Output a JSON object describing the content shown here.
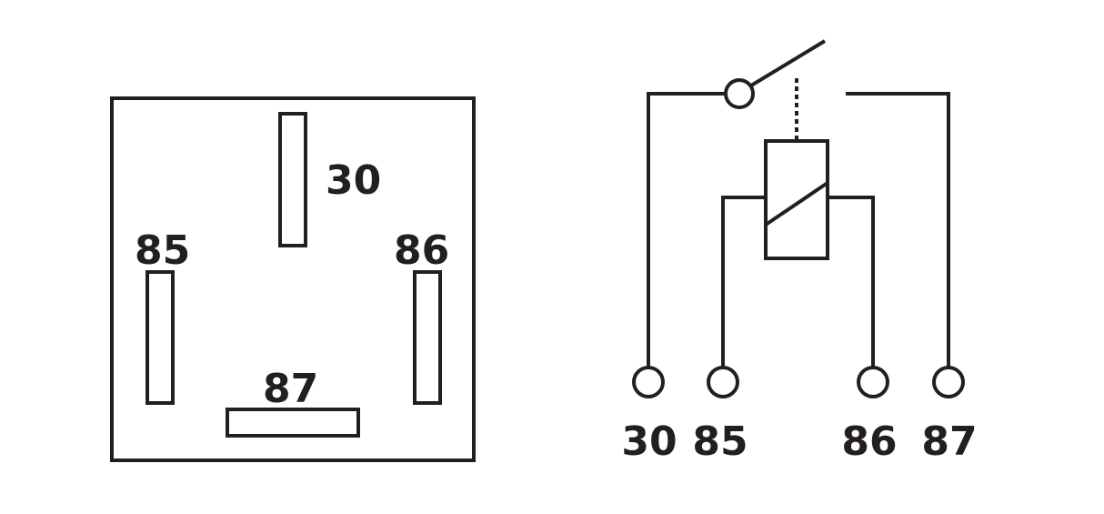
{
  "colors": {
    "stroke": "#231f20",
    "background": "#ffffff"
  },
  "socket_view": {
    "pins": [
      {
        "label": "30",
        "orientation": "vertical"
      },
      {
        "label": "85",
        "orientation": "vertical"
      },
      {
        "label": "86",
        "orientation": "vertical"
      },
      {
        "label": "87",
        "orientation": "horizontal"
      }
    ]
  },
  "schematic": {
    "terminals": [
      "30",
      "85",
      "86",
      "87"
    ],
    "switch_state": "open"
  }
}
